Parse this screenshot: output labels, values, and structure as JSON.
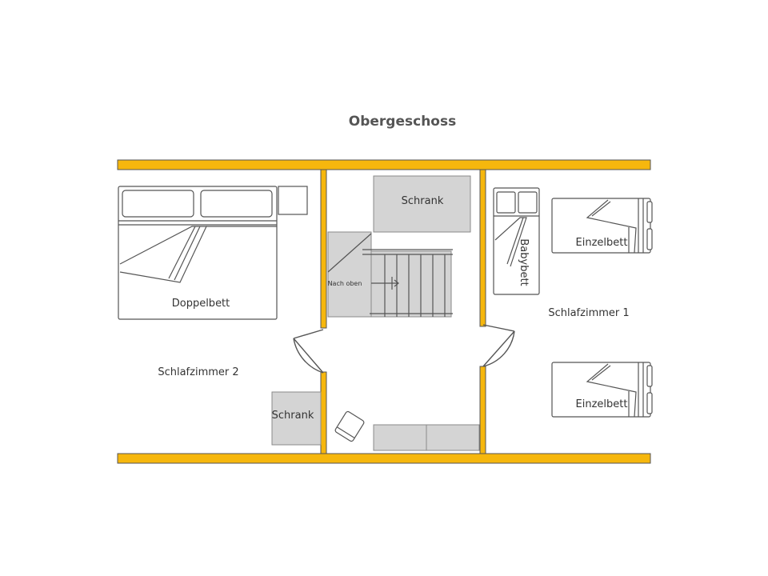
{
  "title": "Obergeschoss",
  "rooms": {
    "bedroom1": "Schlafzimmer 1",
    "bedroom2": "Schlafzimmer 2"
  },
  "furniture": {
    "double_bed": "Doppelbett",
    "single_bed_top": "Einzelbett",
    "single_bed_bottom": "Einzelbett",
    "baby_bed": "Babybett",
    "wardrobe_hall": "Schrank",
    "wardrobe_room2": "Schrank",
    "stairs_up": "Nach oben"
  },
  "colors": {
    "wall": "#F6B70D",
    "outline": "#555555",
    "fixture_grey": "#d4d4d4"
  }
}
